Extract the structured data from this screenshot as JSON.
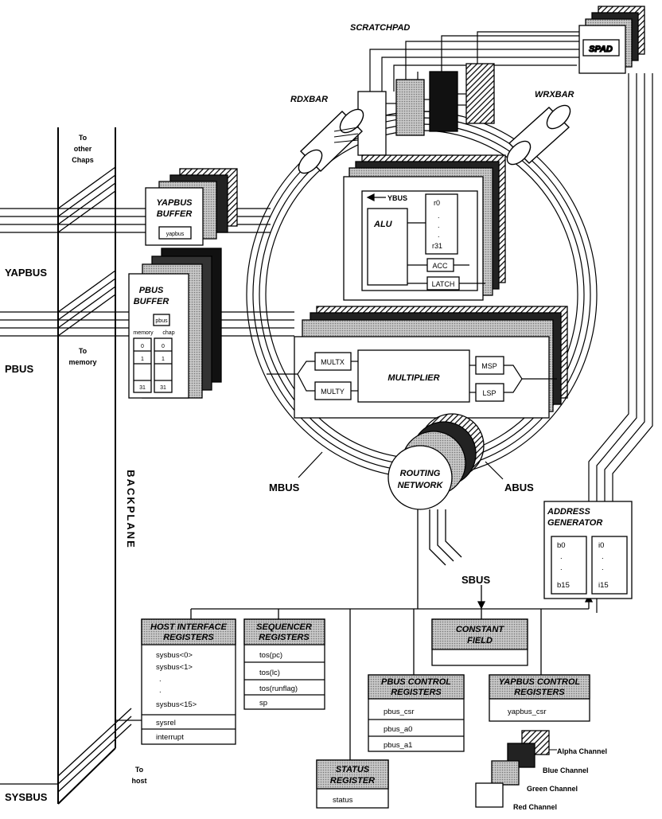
{
  "labels": {
    "scratchpad": "SCRATCHPAD",
    "spad": "SPAD",
    "rdxbar": "RDXBAR",
    "wrxbar": "WRXBAR",
    "to_other": "To",
    "to_other2": "other",
    "to_other3": "Chaps",
    "yapbus": "YAPBUS",
    "pbus": "PBUS",
    "sysbus": "SYSBUS",
    "to_memory": "To",
    "to_memory2": "memory",
    "to_host": "To",
    "to_host2": "host",
    "backplane": "BACKPLANE",
    "ybus": "YBUS",
    "alu": "ALU",
    "r0": "r0",
    "r31": "r31",
    "acc": "ACC",
    "latch": "LATCH",
    "multiplier": "MULTIPLIER",
    "multx": "MULTX",
    "multy": "MULTY",
    "msp": "MSP",
    "lsp": "LSP",
    "mbus": "MBUS",
    "abus": "ABUS",
    "sbus": "SBUS",
    "routing1": "ROUTING",
    "routing2": "NETWORK",
    "yap_buf1": "YAPBUS",
    "yap_buf2": "BUFFER",
    "yap_buf_inner": "yapbus",
    "pbus_buf1": "PBUS",
    "pbus_buf2": "BUFFER",
    "pbus_buf_inner": "pbus",
    "pbus_mem": "memory",
    "pbus_chap": "chap",
    "pbus_c0": "0",
    "pbus_c1": "1",
    "pbus_c31": "31",
    "addr1": "ADDRESS",
    "addr2": "GENERATOR",
    "b0": "b0",
    "b15": "b15",
    "i0": "i0",
    "i15": "i15",
    "dot": "."
  },
  "host_interface": {
    "title1": "HOST INTERFACE",
    "title2": "REGISTERS",
    "items": [
      "sysbus<0>",
      "sysbus<1>",
      "sysbus<15>"
    ],
    "sysrel": "sysrel",
    "interrupt": "interrupt"
  },
  "sequencer": {
    "title1": "SEQUENCER",
    "title2": "REGISTERS",
    "items": [
      "tos(pc)",
      "tos(lc)",
      "tos(runflag)",
      "sp"
    ]
  },
  "constant_field": {
    "title1": "CONSTANT",
    "title2": "FIELD"
  },
  "pbus_control": {
    "title1": "PBUS CONTROL",
    "title2": "REGISTERS",
    "items": [
      "pbus_csr",
      "pbus_a0",
      "pbus_a1"
    ]
  },
  "yapbus_control": {
    "title1": "YAPBUS CONTROL",
    "title2": "REGISTERS",
    "items": [
      "yapbus_csr"
    ]
  },
  "status_register": {
    "title1": "STATUS",
    "title2": "REGISTER",
    "items": [
      "status"
    ]
  },
  "legend": {
    "alpha": "Alpha Channel",
    "blue": "Blue Channel",
    "green": "Green Channel",
    "red": "Red Channel"
  }
}
